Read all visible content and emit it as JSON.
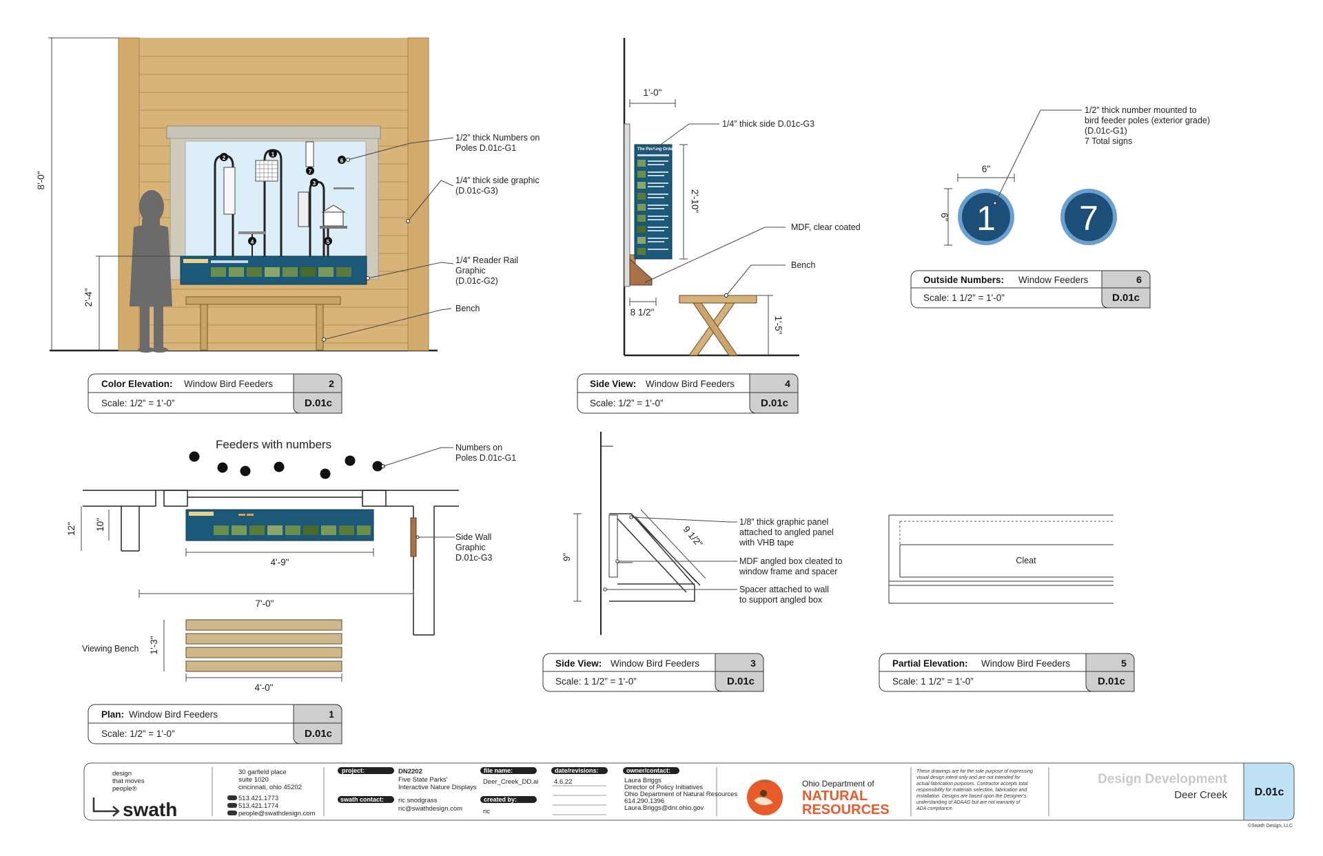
{
  "drawings": {
    "color_elevation": {
      "title": "Color Elevation:",
      "subtitle": "Window Bird Feeders",
      "number": "2",
      "scale": "Scale: 1/2” = 1'-0”",
      "code": "D.01c",
      "dim_height": "8'-0\"",
      "dim_rail": "2'-4\"",
      "callouts": [
        "1/2” thick Numbers on",
        "Poles D.01c-G1",
        "1/4” thick side graphic",
        "(D.01c-G3)",
        "1/4” Reader Rail",
        "Graphic",
        "(D.01c-G2)",
        "Bench"
      ],
      "pole_numbers": [
        "2",
        "1",
        "7",
        "6",
        "3",
        "4",
        "5"
      ]
    },
    "side_view_4": {
      "title": "Side View:",
      "subtitle": "Window Bird Feeders",
      "number": "4",
      "scale": "Scale: 1/2” = 1'-0”",
      "code": "D.01c",
      "dims": [
        "1'-0\"",
        "2'-10\"",
        "8 1/2\"",
        "1'-5\""
      ],
      "callouts": [
        "1/4” thick side D.01c-G3",
        "MDF, clear coated",
        "Bench"
      ],
      "panel_title": "The Pecking Order"
    },
    "outside_numbers": {
      "title": "Outside Numbers:",
      "subtitle": "Window Feeders",
      "number": "6",
      "scale": "Scale: 1 1/2” = 1'-0”",
      "code": "D.01c",
      "callouts": [
        "1/2” thick number mounted to",
        "bird feeder poles (exterior grade)",
        "(D.01c-G1)",
        "7 Total signs"
      ],
      "dims": [
        "6\"",
        "6\""
      ],
      "signs": [
        "1",
        "7"
      ]
    },
    "plan": {
      "title": "Plan:",
      "subtitle": "Window Bird Feeders",
      "number": "1",
      "scale": "Scale: 1/2” = 1'-0”",
      "code": "D.01c",
      "heading": "Feeders with numbers",
      "callouts": [
        "Numbers on",
        "Poles D.01c-G1",
        "Side Wall",
        "Graphic",
        "D.01c-G3"
      ],
      "dims": [
        "12\"",
        "10\"",
        "4'-9\"",
        "7'-0\"",
        "1'-3\"",
        "4'-0\""
      ],
      "bench_label": "Viewing Bench"
    },
    "side_view_3": {
      "title": "Side View:",
      "subtitle": "Window Bird Feeders",
      "number": "3",
      "scale": "Scale: 1 1/2” = 1'-0”",
      "code": "D.01c",
      "dims": [
        "9 1/2\"",
        "9\""
      ],
      "callouts": [
        "1/8” thick graphic panel",
        "attached to angled panel",
        "with VHB tape",
        "MDF angled box cleated to",
        "window frame and spacer",
        "Spacer attached to wall",
        "to support angled box"
      ]
    },
    "partial_elevation": {
      "title": "Partial Elevation:",
      "subtitle": "Window Bird Feeders",
      "number": "5",
      "scale": "Scale: 1 1/2” = 1'-0”",
      "code": "D.01c",
      "label": "Cleat"
    }
  },
  "footer": {
    "tagline": [
      "design",
      "that moves",
      "people®"
    ],
    "brand": "swath",
    "address": [
      "30 garfield place",
      "suite 1020",
      "cincinnati, ohio 45202"
    ],
    "phones": [
      "513.421.1773",
      "513.421.1774",
      "people@swathdesign.com"
    ],
    "project_label": "project:",
    "project": [
      "DN2202",
      "Five State Parks'",
      "Interactive Nature Displays"
    ],
    "contact_label": "swath contact:",
    "contact": [
      "ric snodgrass",
      "ric@swathdesign.com"
    ],
    "file_label": "file name:",
    "file": "Deer_Creek_DD.ai",
    "created_label": "created by:",
    "created": "ric",
    "date_label": "date/revisions:",
    "date": "4.6.22",
    "owner_label": "owner/contact:",
    "owner": [
      "Laura Briggs",
      "Director of Policy Initiatives",
      "Ohio Department of Natural Resources",
      "614.290.1396",
      "Laura.Briggs@dnr.ohio.gov"
    ],
    "client": [
      "Ohio Department of",
      "NATURAL",
      "RESOURCES"
    ],
    "disclaimer": [
      "These drawings are for the sole purpose of expressing",
      "visual design intent only and are not intended for",
      "actual fabrication purposes. Contractor accepts total",
      "responsibility for materials selection, fabrication and",
      "installation. Designs are based upon the Designer's",
      "understanding of ADAAG but are not warranty of",
      "ADA compliance."
    ],
    "phase": "Design Development",
    "location": "Deer Creek",
    "sheet_code": "D.01c",
    "copyright": "©Swath Design, LLC"
  },
  "colors": {
    "wood": "#d9b47a",
    "wood_dark": "#b88f50",
    "window": "#dceef8",
    "panel": "#1c5878",
    "sign": "#1b4f78",
    "sign_ring": "#6a9fd0",
    "odnr_orange": "#e85a2a",
    "tab_gray": "#cfcfcf",
    "sheet_tab": "#bfe3f5"
  }
}
